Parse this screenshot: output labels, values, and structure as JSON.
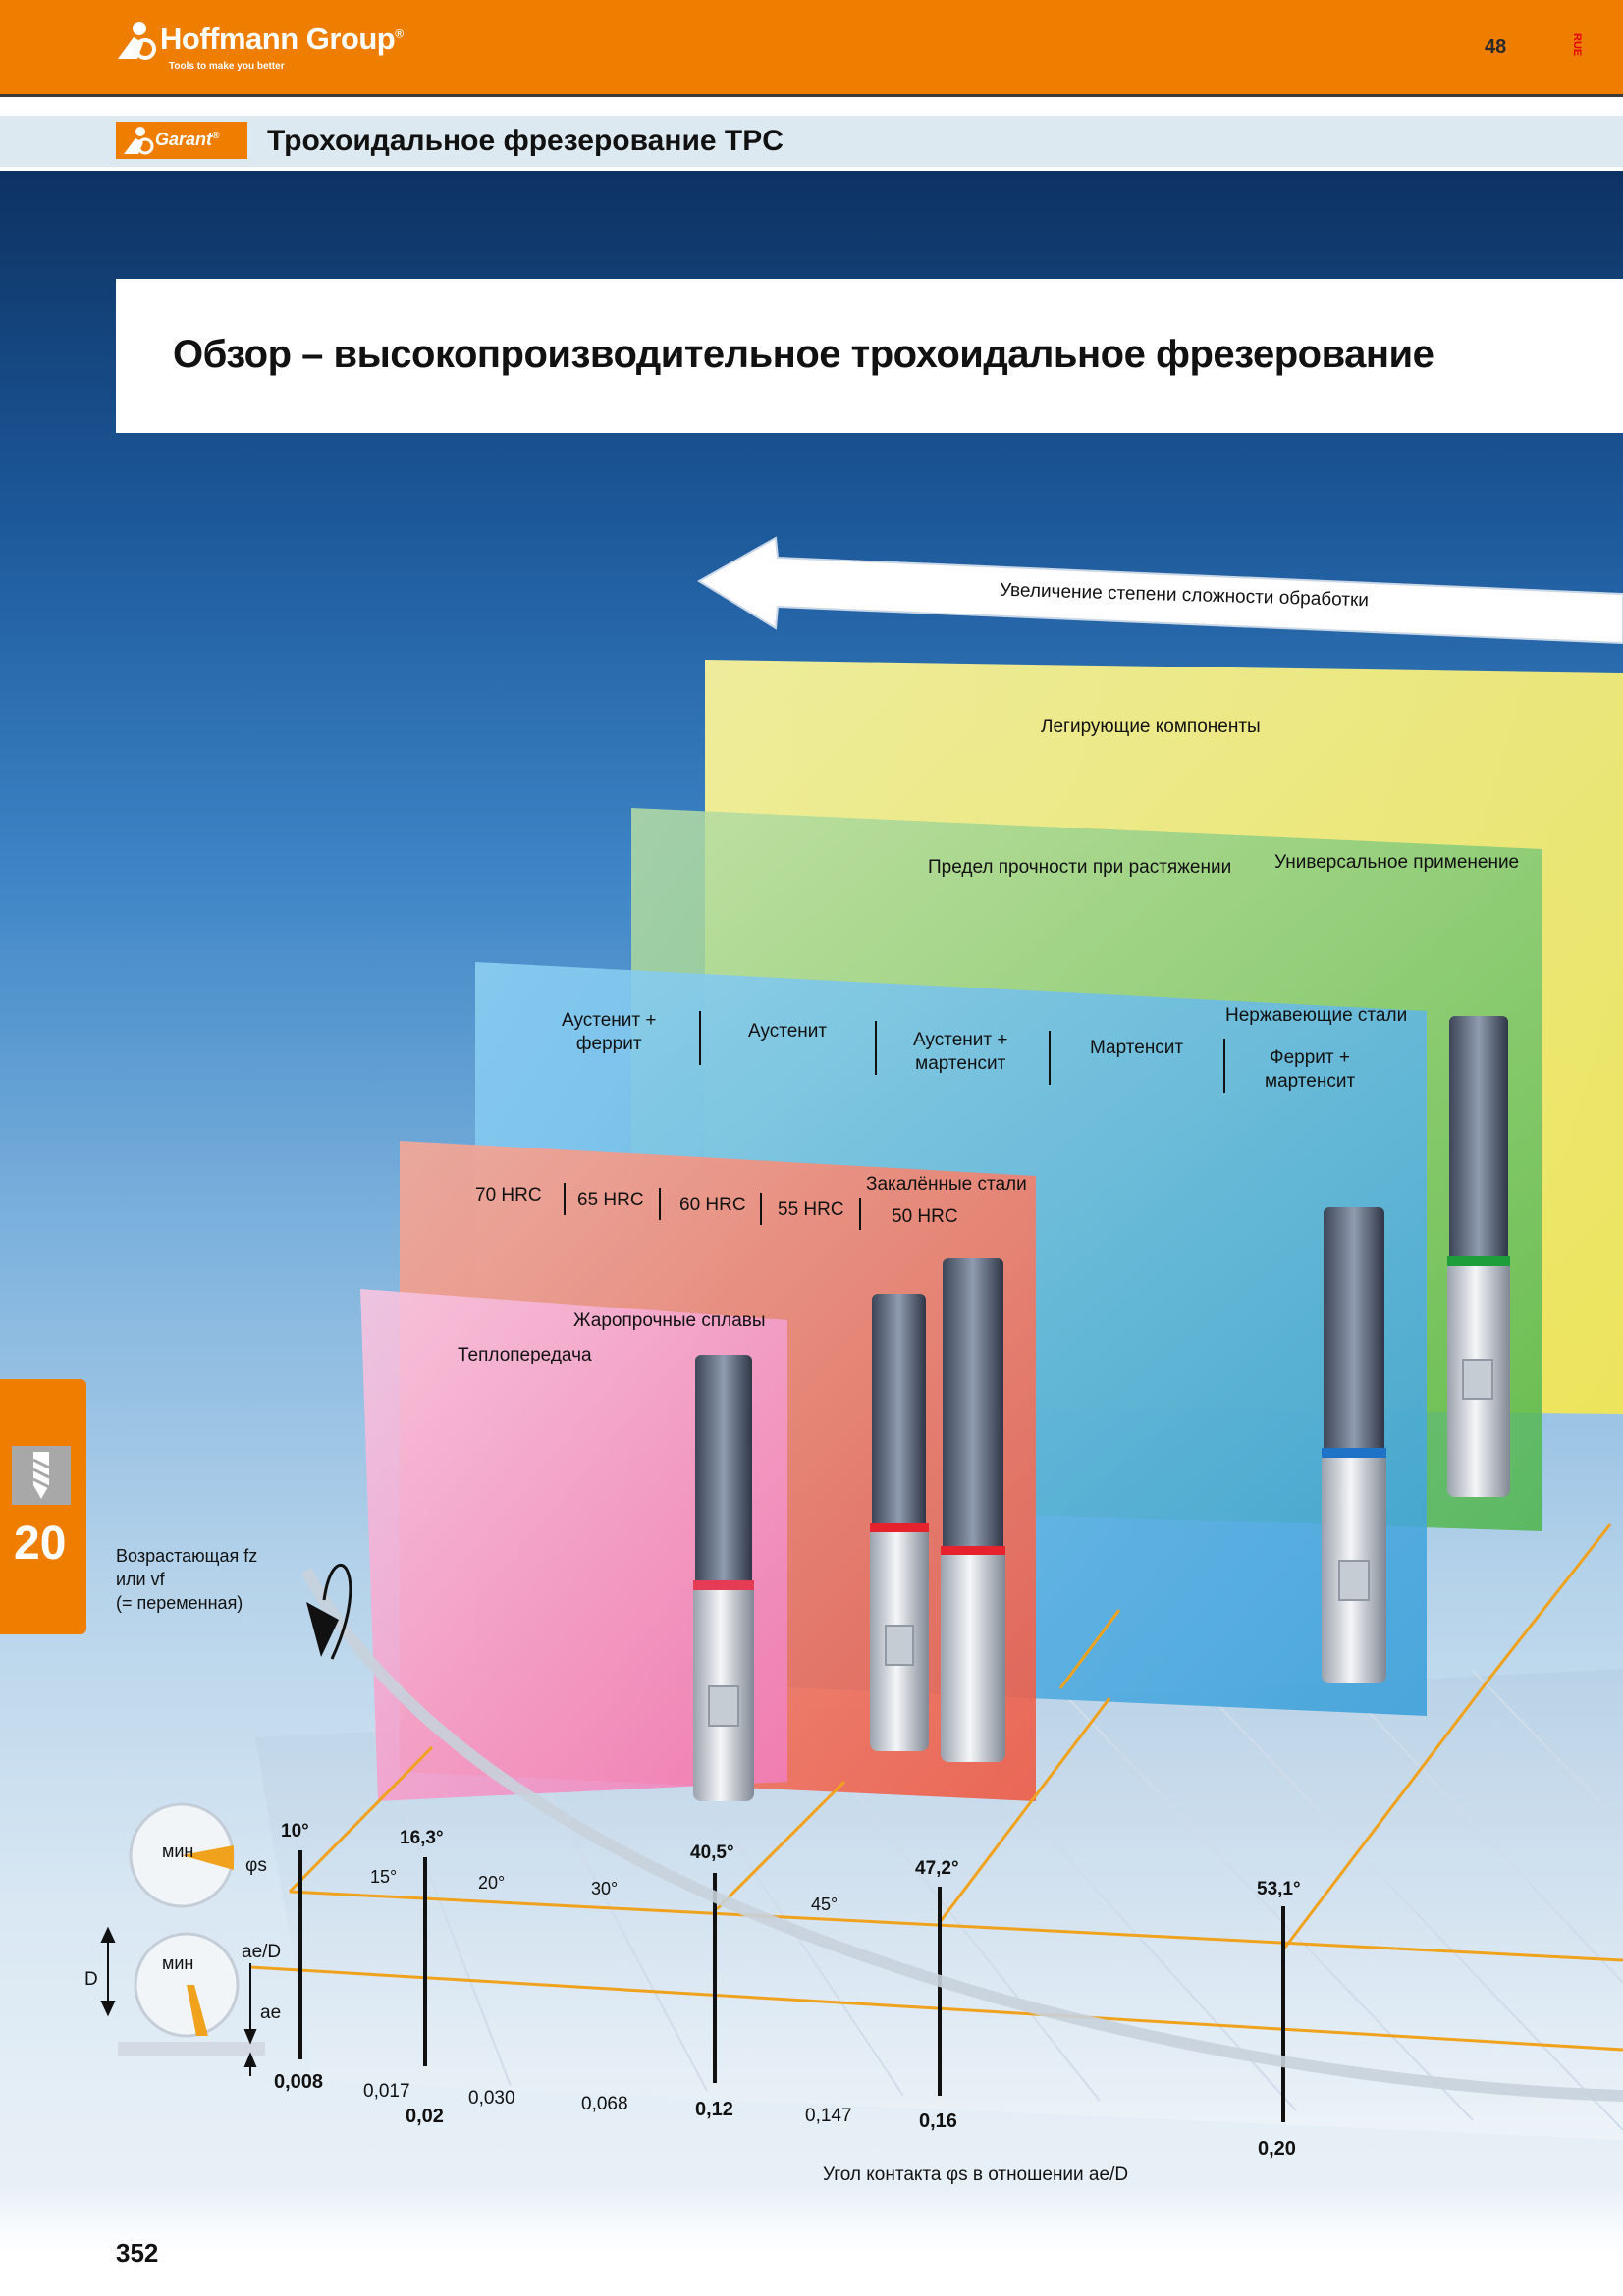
{
  "header": {
    "brand": "Hoffmann Group",
    "brand_mark": "®",
    "tagline": "Tools to make you better",
    "page_code": "48",
    "lang_code": "RUE"
  },
  "subheader": {
    "brand": "Garant",
    "brand_mark": "®",
    "title": "Трохоидальное фрезерование TPC"
  },
  "main": {
    "title": "Обзор – высокопроизводительное трохоидальное фрезерование",
    "arrow_label": "Увеличение степени сложности обработки",
    "fz_label": "Возрастающая fz\nили vf\n(= переменная)",
    "x_axis_label": "Угол контакта φs в отношении ae/D"
  },
  "panels": {
    "yellow": {
      "title": "Легирующие компоненты"
    },
    "green": {
      "title": "Предел прочности при растяжении",
      "subtitle": "Универсальное применение"
    },
    "blue": {
      "title": "Нержавеющие стали",
      "items": [
        "Аустенит +\nферрит",
        "Аустенит",
        "Аустенит +\nмартенсит",
        "Мартенсит",
        "Феррит +\nмартенсит"
      ]
    },
    "red": {
      "title": "Закалённые стали",
      "items": [
        "70 HRC",
        "65 HRC",
        "60 HRC",
        "55 HRC",
        "50 HRC"
      ]
    },
    "pink": {
      "title": "Жаропрочные сплавы",
      "subtitle": "Теплопередача"
    }
  },
  "gauges": {
    "min_label": "мин",
    "phi_label": "φs",
    "ae_d_label": "ae/D",
    "ae_label": "ae",
    "d_label": "D"
  },
  "angles_major": [
    "10°",
    "16,3°",
    "40,5°",
    "47,2°",
    "53,1°"
  ],
  "angles_minor": [
    "15°",
    "20°",
    "30°",
    "45°"
  ],
  "ratios_major": [
    "0,008",
    "0,02",
    "0,12",
    "0,16",
    "0,20"
  ],
  "ratios_minor": [
    "0,017",
    "0,030",
    "0,068",
    "0,147"
  ],
  "chapter": {
    "number": "20"
  },
  "footer": {
    "page_number": "352"
  },
  "colors": {
    "orange": "#ef7d00",
    "yellow": "#f6ef8a",
    "green": "#97d08a",
    "blue": "#6fc0ec",
    "red": "#f4907e",
    "pink": "#f7b6d8"
  }
}
